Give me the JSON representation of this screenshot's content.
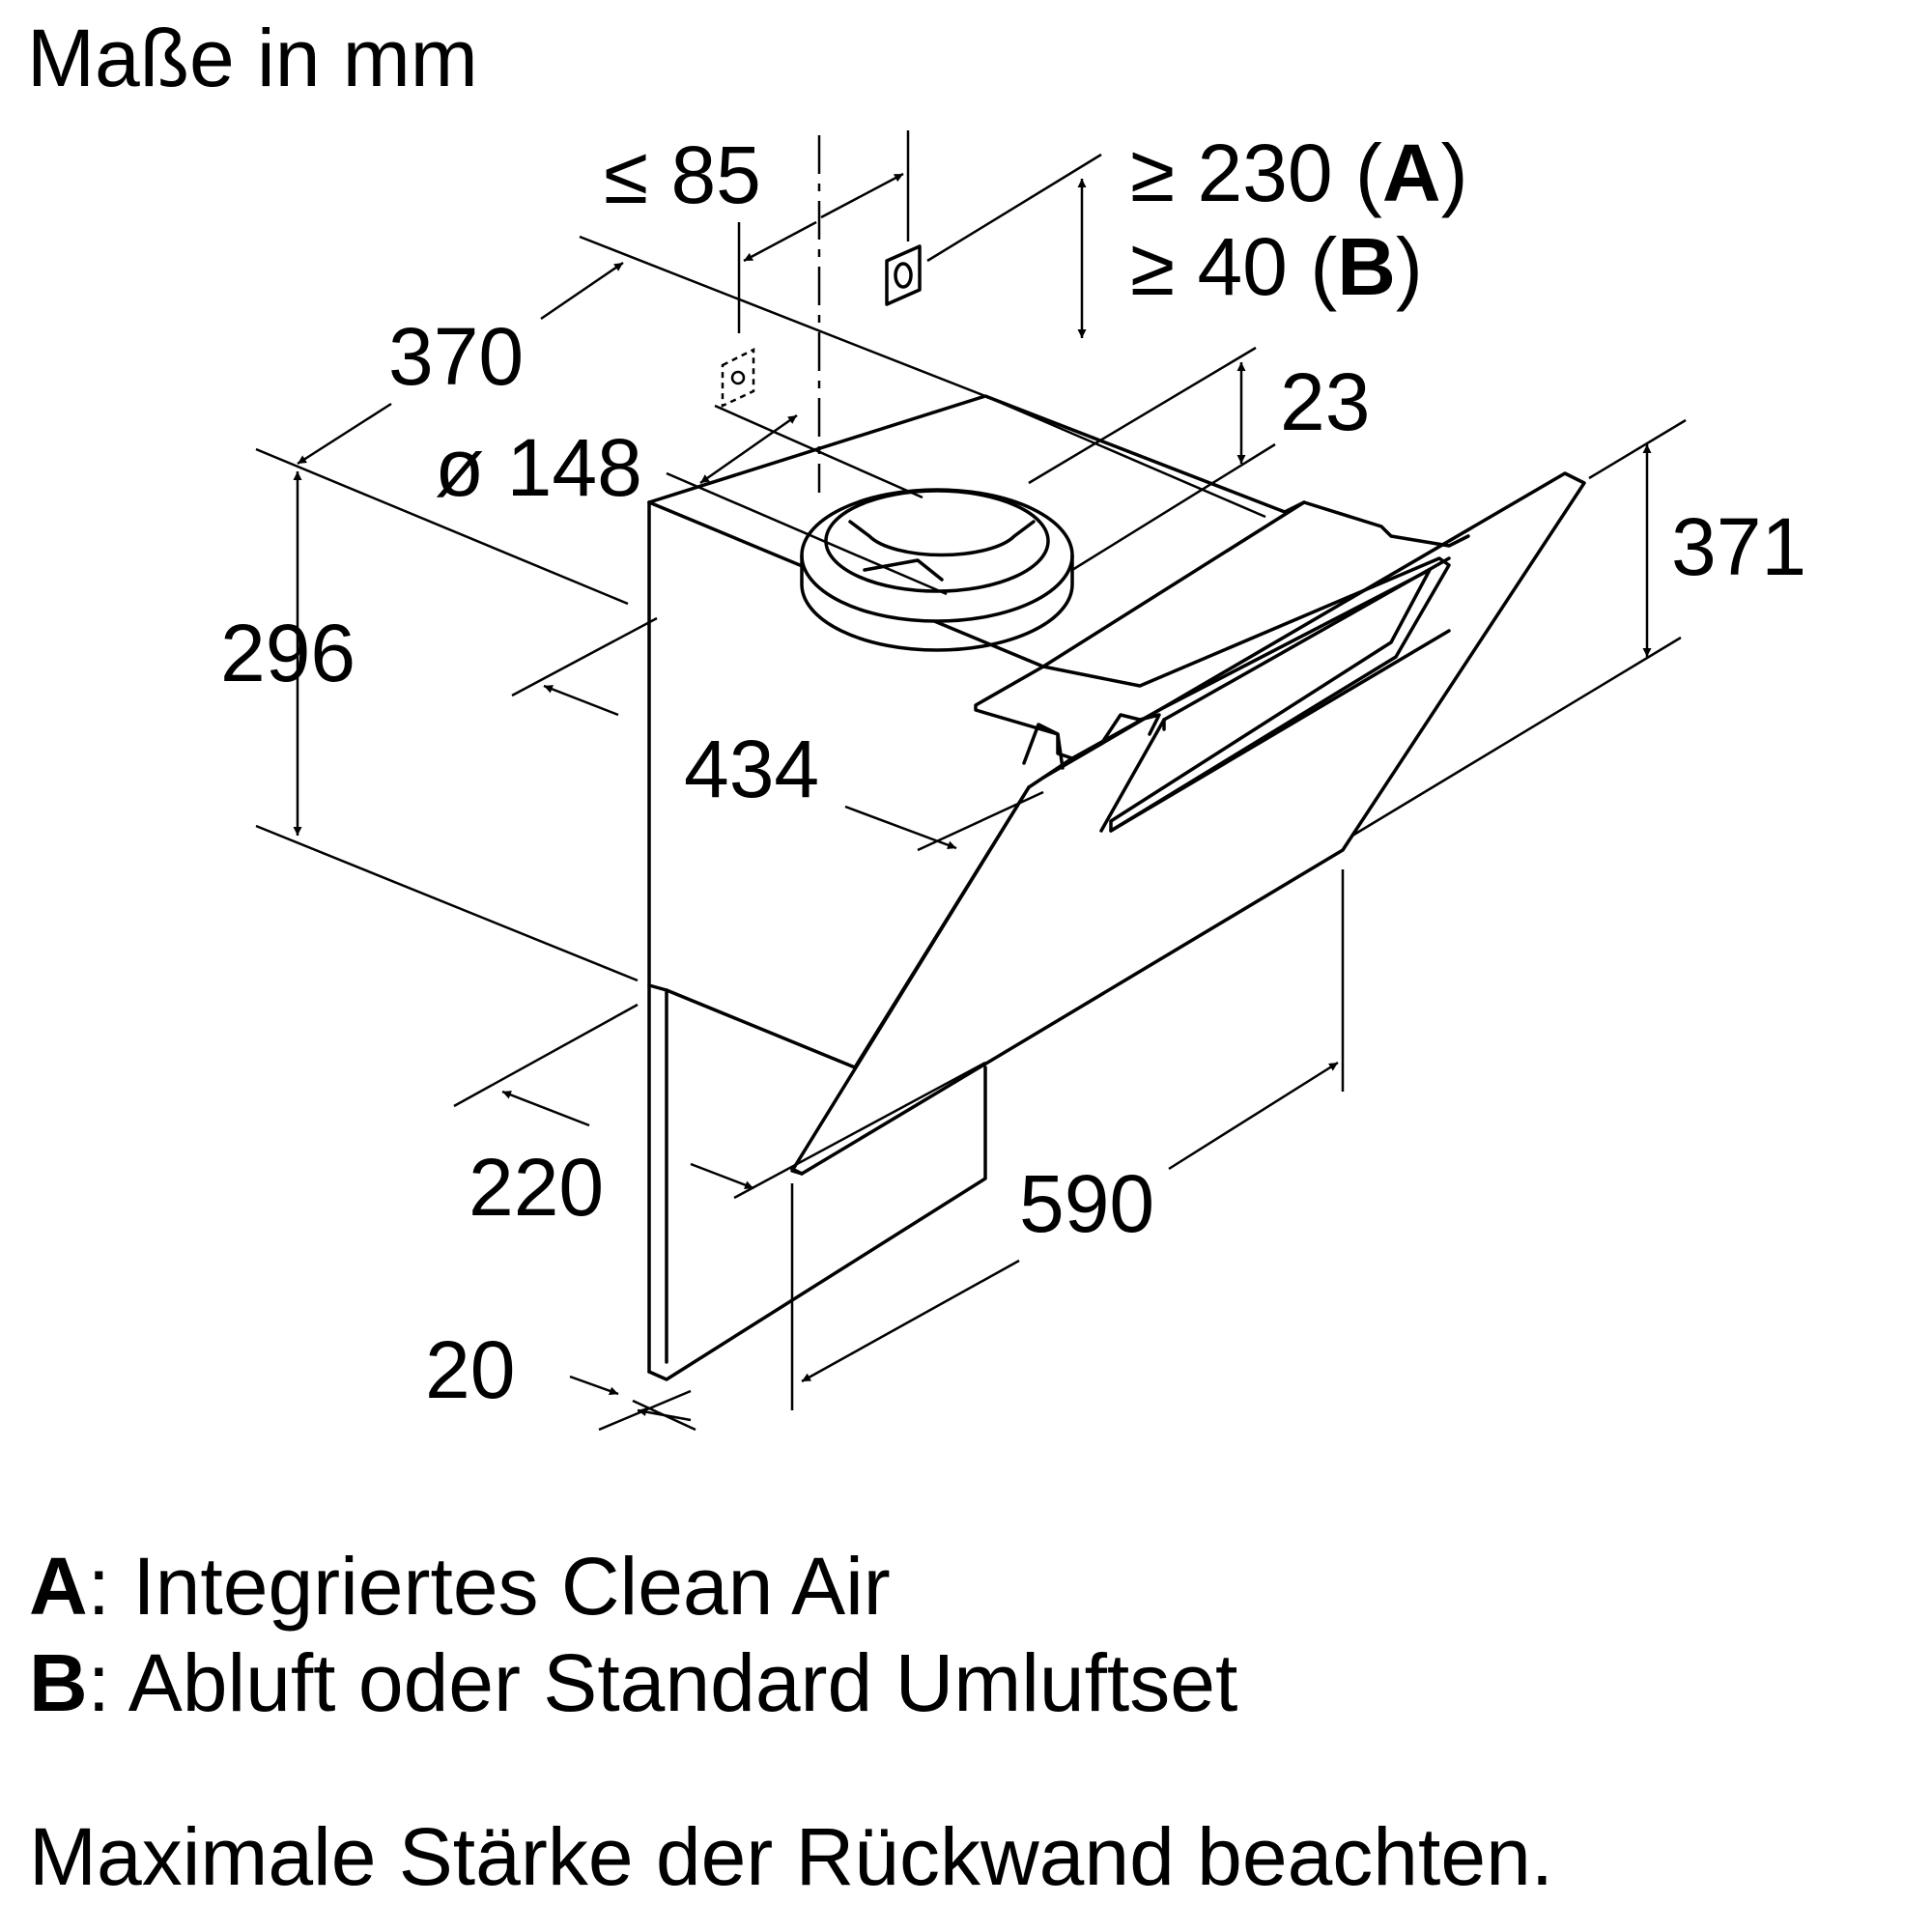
{
  "title": "Maße in mm",
  "dimensions": {
    "max_offset": "≤ 85",
    "clearance_a": "≥ 230 (",
    "clearance_a_letter": "A",
    "clearance_a_close": ")",
    "clearance_b": "≥ 40 (",
    "clearance_b_letter": "B",
    "clearance_b_close": ")",
    "depth_top": "370",
    "duct_diameter": "ø 148",
    "collar_height": "23",
    "hood_height_front": "371",
    "height_body": "296",
    "depth_body": "434",
    "depth_bottom": "220",
    "width": "590",
    "wall_thickness": "20"
  },
  "legend": {
    "a_letter": "A",
    "a_text": ": Integriertes Clean Air",
    "b_letter": "B",
    "b_text": ": Abluft oder Standard Umluftset"
  },
  "note": "Maximale Stärke der Rückwand beachten."
}
